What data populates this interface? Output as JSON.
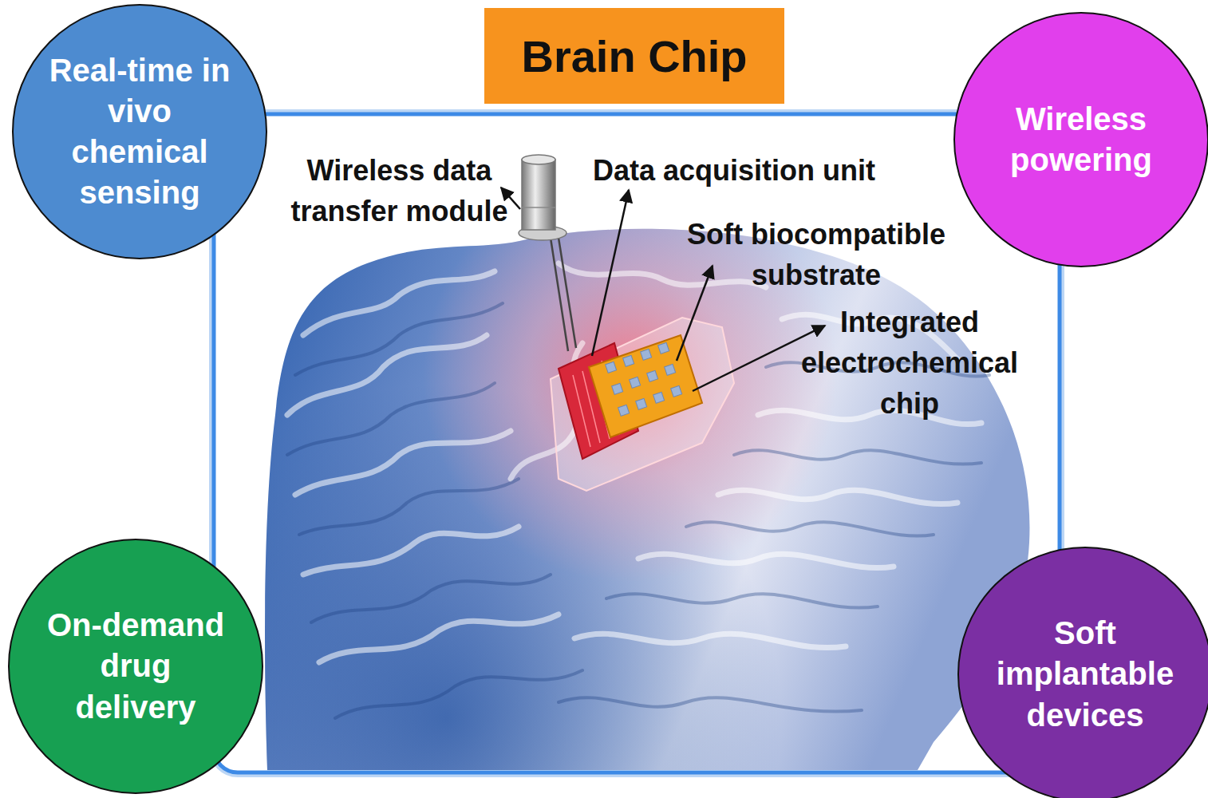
{
  "diagram": {
    "title": "Brain Chip",
    "nodes": [
      {
        "text": [
          "Real-time in vivo chemical sensing"
        ]
      },
      {
        "text": [
          "Wireless powering"
        ]
      },
      {
        "text": [
          "On-demand drug delivery"
        ]
      },
      {
        "text": [
          "Soft implantable devices"
        ]
      }
    ],
    "labels": [
      "Wireless data transfer module",
      "Data acquisition unit",
      "Soft biocompatible substrate",
      "Integrated electrochemical chip"
    ]
  }
}
